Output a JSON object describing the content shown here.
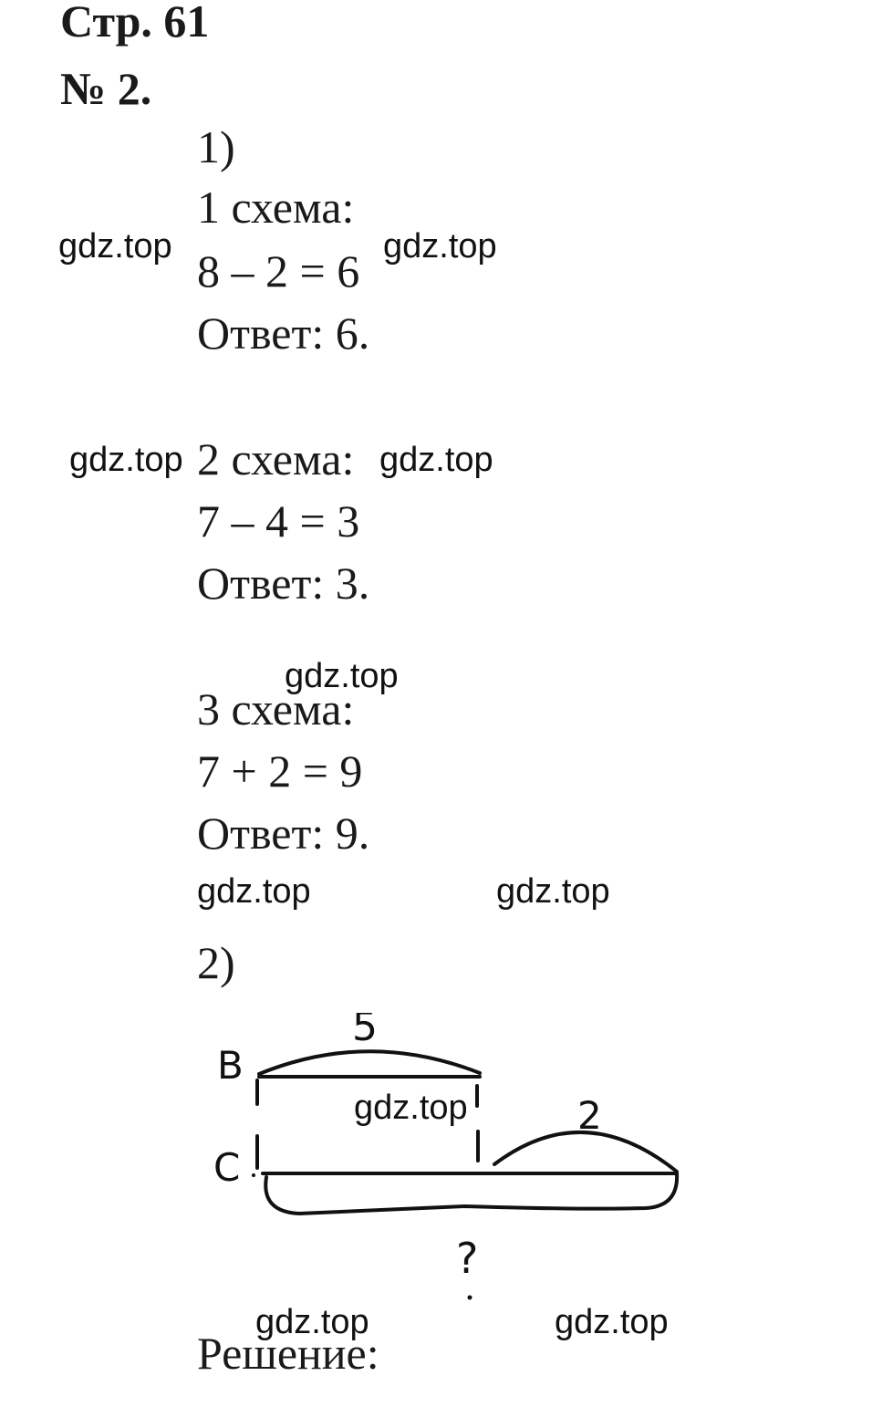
{
  "header": {
    "page_ref": "Стр. 61",
    "task_number": "№ 2."
  },
  "part1": {
    "label": "1)",
    "schemes": [
      {
        "title": "1 схема:",
        "equation": "8 – 2 = 6",
        "answer": "Ответ: 6."
      },
      {
        "title": "2 схема:",
        "equation": "7 – 4 = 3",
        "answer": "Ответ: 3."
      },
      {
        "title": "3 схема:",
        "equation": "7 + 2 = 9",
        "answer": "Ответ: 9."
      }
    ]
  },
  "part2": {
    "label": "2)",
    "diagram": {
      "row_label_top": "В",
      "row_label_bottom": "С",
      "top_value": "5",
      "extra_value": "2",
      "unknown": "?"
    },
    "solution_label": "Решение:"
  },
  "watermark": "gdz.top"
}
